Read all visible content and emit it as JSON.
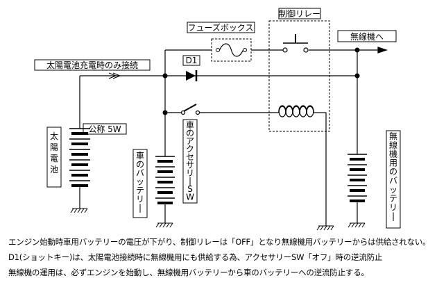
{
  "labels": {
    "fuse_box": "フューズボックス",
    "relay": "制御リレー",
    "to_radio": "無線機へ",
    "d1": "D1",
    "solar_only": "太陽電池充電時のみ接続",
    "nominal": "公称 5W",
    "solar_cell": "太陽電池",
    "car_battery": "車のバッテリー",
    "car_accessory": "車のアクセサリーSW",
    "radio_battery": "無線機用のバッテリー"
  },
  "notes": [
    "エンジン始動時車用バッテリーの電圧が下がり、制御リレーは「OFF」となり無線機用バッテリーからは供給されない。",
    "D1(ショットキー)は、太陽電池接続時に無線機用にも供給する為、アクセサリーSW「オフ」時の逆流防止",
    "無線機の運用は、必ずエンジンを始動し、無線機用バッテリーから車のバッテリーへの逆流防止する。"
  ]
}
